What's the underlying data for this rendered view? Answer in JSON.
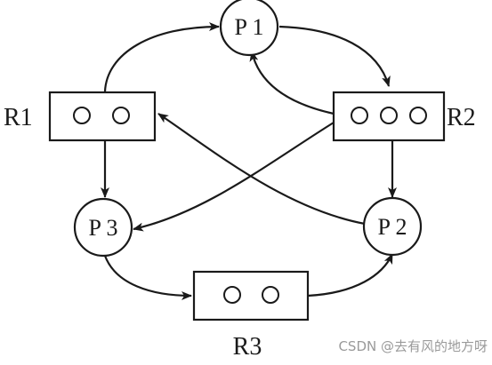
{
  "processes": [
    {
      "id": "P1",
      "label": "P 1"
    },
    {
      "id": "P2",
      "label": "P 2"
    },
    {
      "id": "P3",
      "label": "P 3"
    }
  ],
  "resources": [
    {
      "id": "R1",
      "label": "R1",
      "instances": 2
    },
    {
      "id": "R2",
      "label": "R2",
      "instances": 3
    },
    {
      "id": "R3",
      "label": "R3",
      "instances": 2
    }
  ],
  "edges": [
    {
      "from": "R1",
      "to": "P1"
    },
    {
      "from": "P1",
      "to": "R2"
    },
    {
      "from": "R2",
      "to": "P1"
    },
    {
      "from": "R1",
      "to": "P3"
    },
    {
      "from": "R2",
      "to": "P2"
    },
    {
      "from": "R2",
      "to": "P3"
    },
    {
      "from": "P2",
      "to": "R1"
    },
    {
      "from": "P3",
      "to": "R3"
    },
    {
      "from": "R3",
      "to": "P2"
    }
  ],
  "watermark": "CSDN @去有风的地方呀"
}
